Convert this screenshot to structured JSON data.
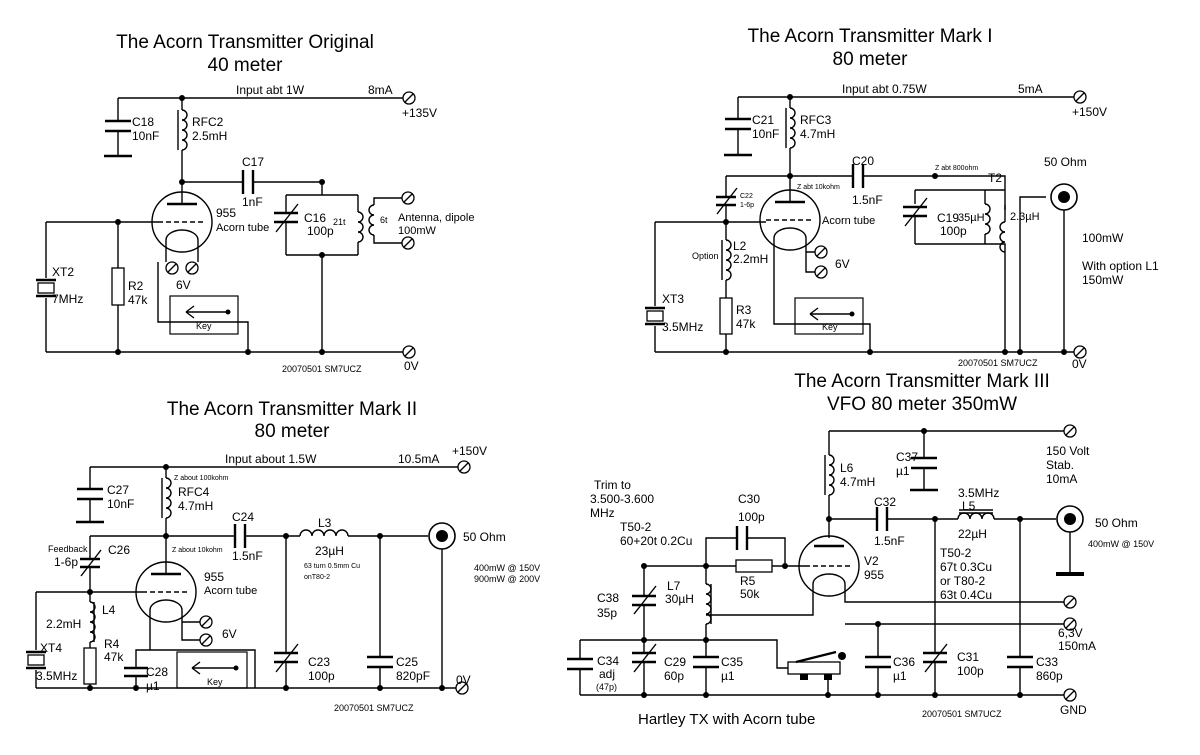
{
  "orig": {
    "title1": "The Acorn Transmitter  Original",
    "title2": "40 meter",
    "input": "Input abt 1W",
    "current": "8mA",
    "volt": "+135V",
    "gnd": "0V",
    "c18": "C18",
    "c18v": "10nF",
    "rfc2": "RFC2",
    "rfc2v": "2.5mH",
    "c17": "C17",
    "c17v": "1nF",
    "tube": "955",
    "tubeName": "Acorn tube",
    "c16": "C16",
    "c16v": "100p",
    "turns": "21t",
    "link": "6t",
    "ant1": "Antenna, dipole",
    "ant2": "100mW",
    "xt": "XT2",
    "xtv": "7MHz",
    "r2": "R2",
    "r2v": "47k",
    "heater": "6V",
    "key": "Key",
    "sig": "20070501   SM7UCZ"
  },
  "mk1": {
    "title1": "The Acorn Transmitter  Mark I",
    "title2": "80 meter",
    "input": "Input abt 0.75W",
    "current": "5mA",
    "volt": "+150V",
    "gnd": "0V",
    "c21": "C21",
    "c21v": "10nF",
    "rfc3": "RFC3",
    "rfc3v": "4.7mH",
    "c20": "C20",
    "c20v": "1.5nF",
    "zplate": "Z abt 10kohm",
    "zout": "Z abt 800ohm",
    "t2": "T2",
    "c22": "C22",
    "c22v": "1-6p",
    "tubeName": "Acorn tube",
    "c19": "C19",
    "c19v": "100p",
    "ind1": "35µH",
    "ind2": "2.3µH",
    "ohm": "50 Ohm",
    "pwr1": "100mW",
    "pwr2": "With option L1",
    "pwr3": "150mW",
    "option": "Option",
    "l2": "L2",
    "l2v": "2.2mH",
    "xt": "XT3",
    "xtv": "3.5MHz",
    "r3": "R3",
    "r3v": "47k",
    "heater": "6V",
    "key": "Key",
    "sig": "20070501   SM7UCZ"
  },
  "mk2": {
    "title1": "The Acorn Transmitter  Mark II",
    "title2": "80 meter",
    "input": "Input about 1.5W",
    "current": "10.5mA",
    "volt": "+150V",
    "gnd": "0V",
    "zplate": "Z about 100kohm",
    "zplate2": "Z about 10kohm",
    "c27": "C27",
    "c27v": "10nF",
    "rfc4": "RFC4",
    "rfc4v": "4.7mH",
    "feedback": "Feedback",
    "c26": "C26",
    "c26v": "1-6p",
    "c24": "C24",
    "c24v": "1.5nF",
    "l3": "L3",
    "l3v": "23µH",
    "l3n1": "63 turn 0.5mm Cu",
    "l3n2": "onT80-2",
    "tube": "955",
    "tubeName": "Acorn tube",
    "ohm": "50 Ohm",
    "p1": "400mW  @ 150V",
    "p2": "900mW  @ 200V",
    "l4": "L4",
    "l4v": "2.2mH",
    "r4": "R4",
    "r4v": "47k",
    "xt": "XT4",
    "xtv": "3.5MHz",
    "c28": "C28",
    "c28v": "µ1",
    "c23": "C23",
    "c23v": "100p",
    "c25": "C25",
    "c25v": "820pF",
    "heater": "6V",
    "key": "Key",
    "sig": "20070501   SM7UCZ"
  },
  "mk3": {
    "title1": "The Acorn Transmitter  Mark III",
    "title2": "VFO 80 meter    350mW",
    "trim1": "Trim to",
    "trim2": "3.500-3.600",
    "trim3": "MHz",
    "core1": "T50-2",
    "core2": "60+20t 0.2Cu",
    "c30": "C30",
    "c30v": "100p",
    "l6": "L6",
    "l6v": "4.7mH",
    "c37": "C37",
    "c37v": "µ1",
    "stab1": "150 Volt",
    "stab2": "Stab.",
    "stab3": "10mA",
    "c32": "C32",
    "c32v": "1.5nF",
    "freq": "3.5MHz",
    "l5": "L5",
    "l5v": "22µH",
    "ohm": "50 Ohm",
    "pout": "400mW  @ 150V",
    "v2": "V2",
    "v2t": "955",
    "core3": "T50-2",
    "core4": "67t 0.3Cu",
    "core5": "or T80-2",
    "core6": "63t 0.4Cu",
    "r5": "R5",
    "r5v": "50k",
    "c38": "C38",
    "c38v": "35p",
    "l7": "L7",
    "l7v": "30µH",
    "heat1": "6,3V",
    "heat2": "150mA",
    "c34": "C34",
    "c34v": "adj",
    "c34n": "(47p)",
    "c29": "C29",
    "c29v": "60p",
    "c35": "C35",
    "c35v": "µ1",
    "c36": "C36",
    "c36v": "µ1",
    "c31": "C31",
    "c31v": "100p",
    "c33": "C33",
    "c33v": "860p",
    "gnd": "GND",
    "footer": "Hartley TX with Acorn tube",
    "sig": "20070501   SM7UCZ"
  }
}
